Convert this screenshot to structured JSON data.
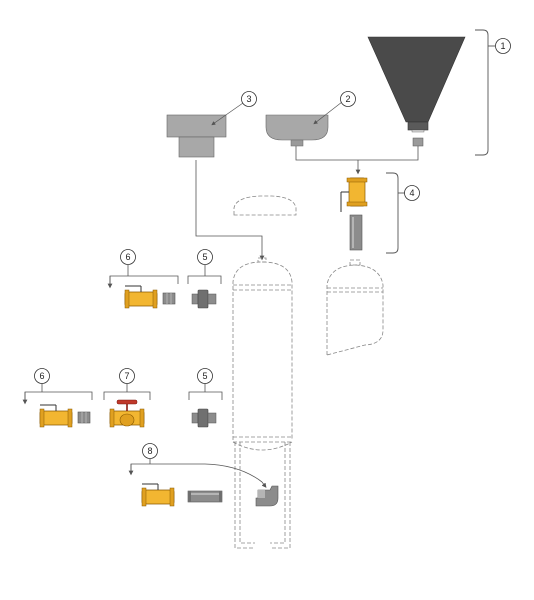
{
  "diagram": {
    "callouts": [
      {
        "id": "callout-1",
        "label": "1"
      },
      {
        "id": "callout-2",
        "label": "2"
      },
      {
        "id": "callout-3",
        "label": "3"
      },
      {
        "id": "callout-4",
        "label": "4"
      },
      {
        "id": "callout-5a",
        "label": "5"
      },
      {
        "id": "callout-5b",
        "label": "5"
      },
      {
        "id": "callout-6a",
        "label": "6"
      },
      {
        "id": "callout-6b",
        "label": "6"
      },
      {
        "id": "callout-7",
        "label": "7"
      },
      {
        "id": "callout-8",
        "label": "8"
      }
    ],
    "colors": {
      "hopper_fill": "#4a4a4a",
      "funnel_fill": "#a8a8a8",
      "valve_fill": "#f2b631",
      "valve_stroke": "#8a5a00",
      "handle_red": "#c0392b",
      "fitting_gray": "#8c8c8c",
      "line": "#555555",
      "dashed": "#888888"
    }
  }
}
